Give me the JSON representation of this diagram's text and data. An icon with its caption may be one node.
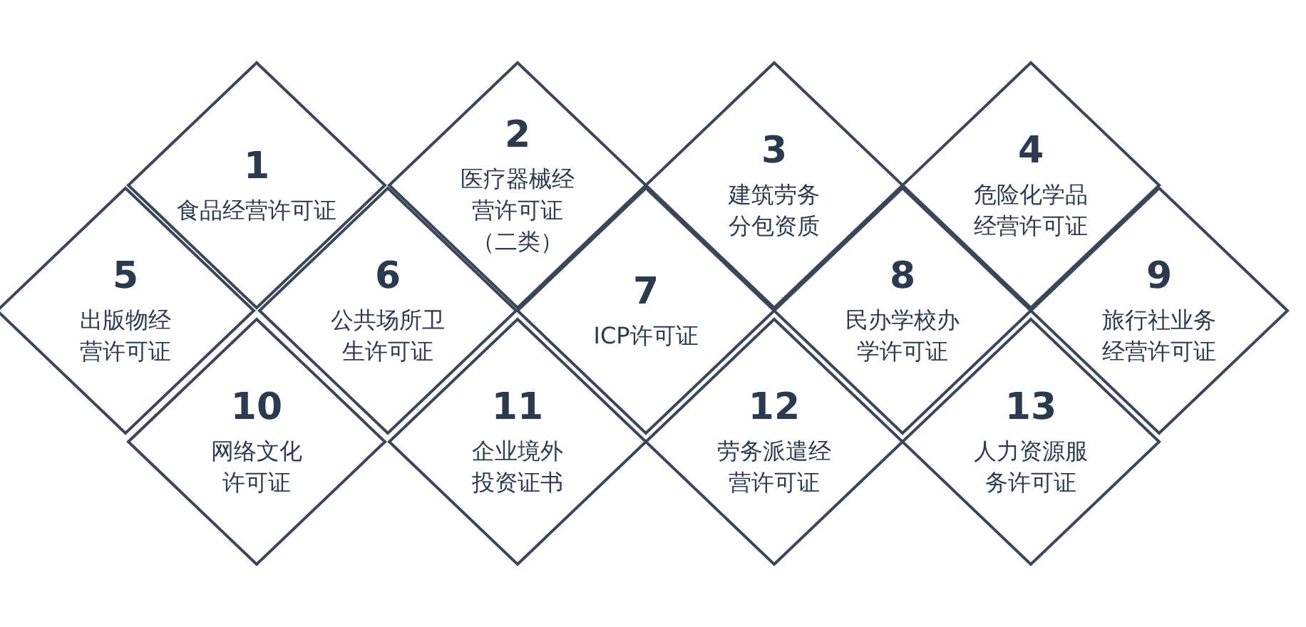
{
  "diagram": {
    "nodes": [
      {
        "text": [
          "1",
          "食品经营许可证"
        ]
      },
      {
        "text": [
          "2",
          "医疗器械经营许可证（二类）"
        ]
      },
      {
        "text": [
          "3",
          "建筑劳务分包资质"
        ]
      },
      {
        "text": [
          "4",
          "危险化学品经营许可证"
        ]
      },
      {
        "text": [
          "5",
          "出版物经营许可证"
        ]
      },
      {
        "text": [
          "6",
          "公共场所卫生许可证"
        ]
      },
      {
        "text": [
          "7",
          "ICP许可证"
        ]
      },
      {
        "text": [
          "8",
          "民办学校办学许可证"
        ]
      },
      {
        "text": [
          "9",
          "旅行社业务经营许可证"
        ]
      },
      {
        "text": [
          "10",
          "网络文化许可证"
        ]
      },
      {
        "text": [
          "11",
          "企业境外投资证书"
        ]
      },
      {
        "text": [
          "12",
          "劳务派遣经营许可证"
        ]
      },
      {
        "text": [
          "13",
          "人力资源服务许可证"
        ]
      }
    ]
  }
}
